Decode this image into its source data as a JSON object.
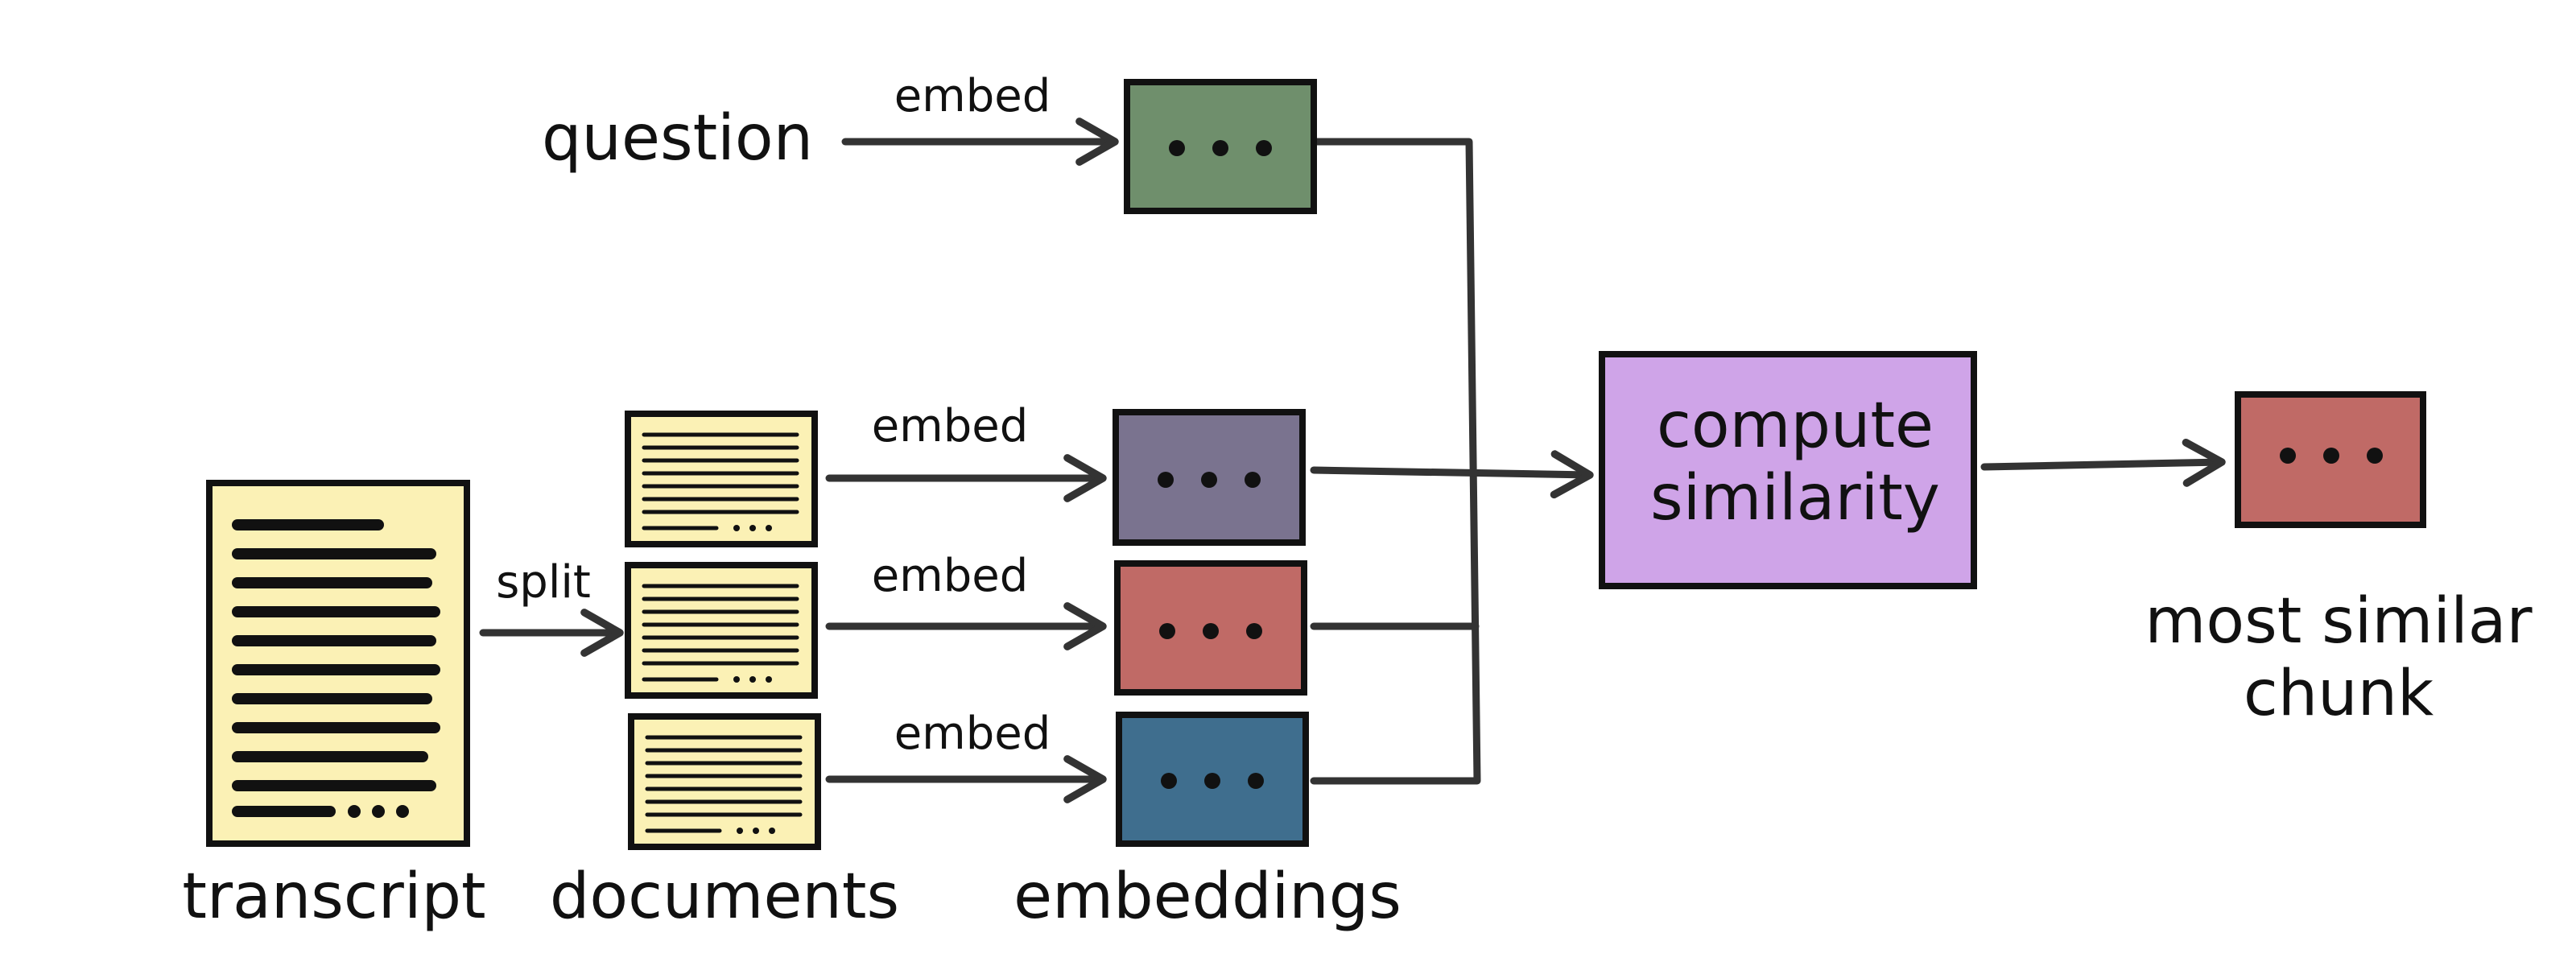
{
  "labels": {
    "question": "question",
    "transcript": "transcript",
    "documents": "documents",
    "embeddings": "embeddings",
    "split": "split",
    "embed_question": "embed",
    "embed_doc1": "embed",
    "embed_doc2": "embed",
    "embed_doc3": "embed",
    "compute_line1": "compute",
    "compute_line2": "similarity",
    "result_line1": "most similar",
    "result_line2": "chunk"
  },
  "colors": {
    "question_embedding": "#6f8f6c",
    "doc1_embedding": "#7a738f",
    "doc2_embedding": "#c06a66",
    "doc3_embedding": "#3f6e8e",
    "compute_box": "#cfa4e8",
    "result_embedding": "#c06a66",
    "document_paper": "#fbf1b5"
  },
  "icons": {
    "embedding_dots": "ellipsis-icon",
    "document": "document-icon"
  }
}
